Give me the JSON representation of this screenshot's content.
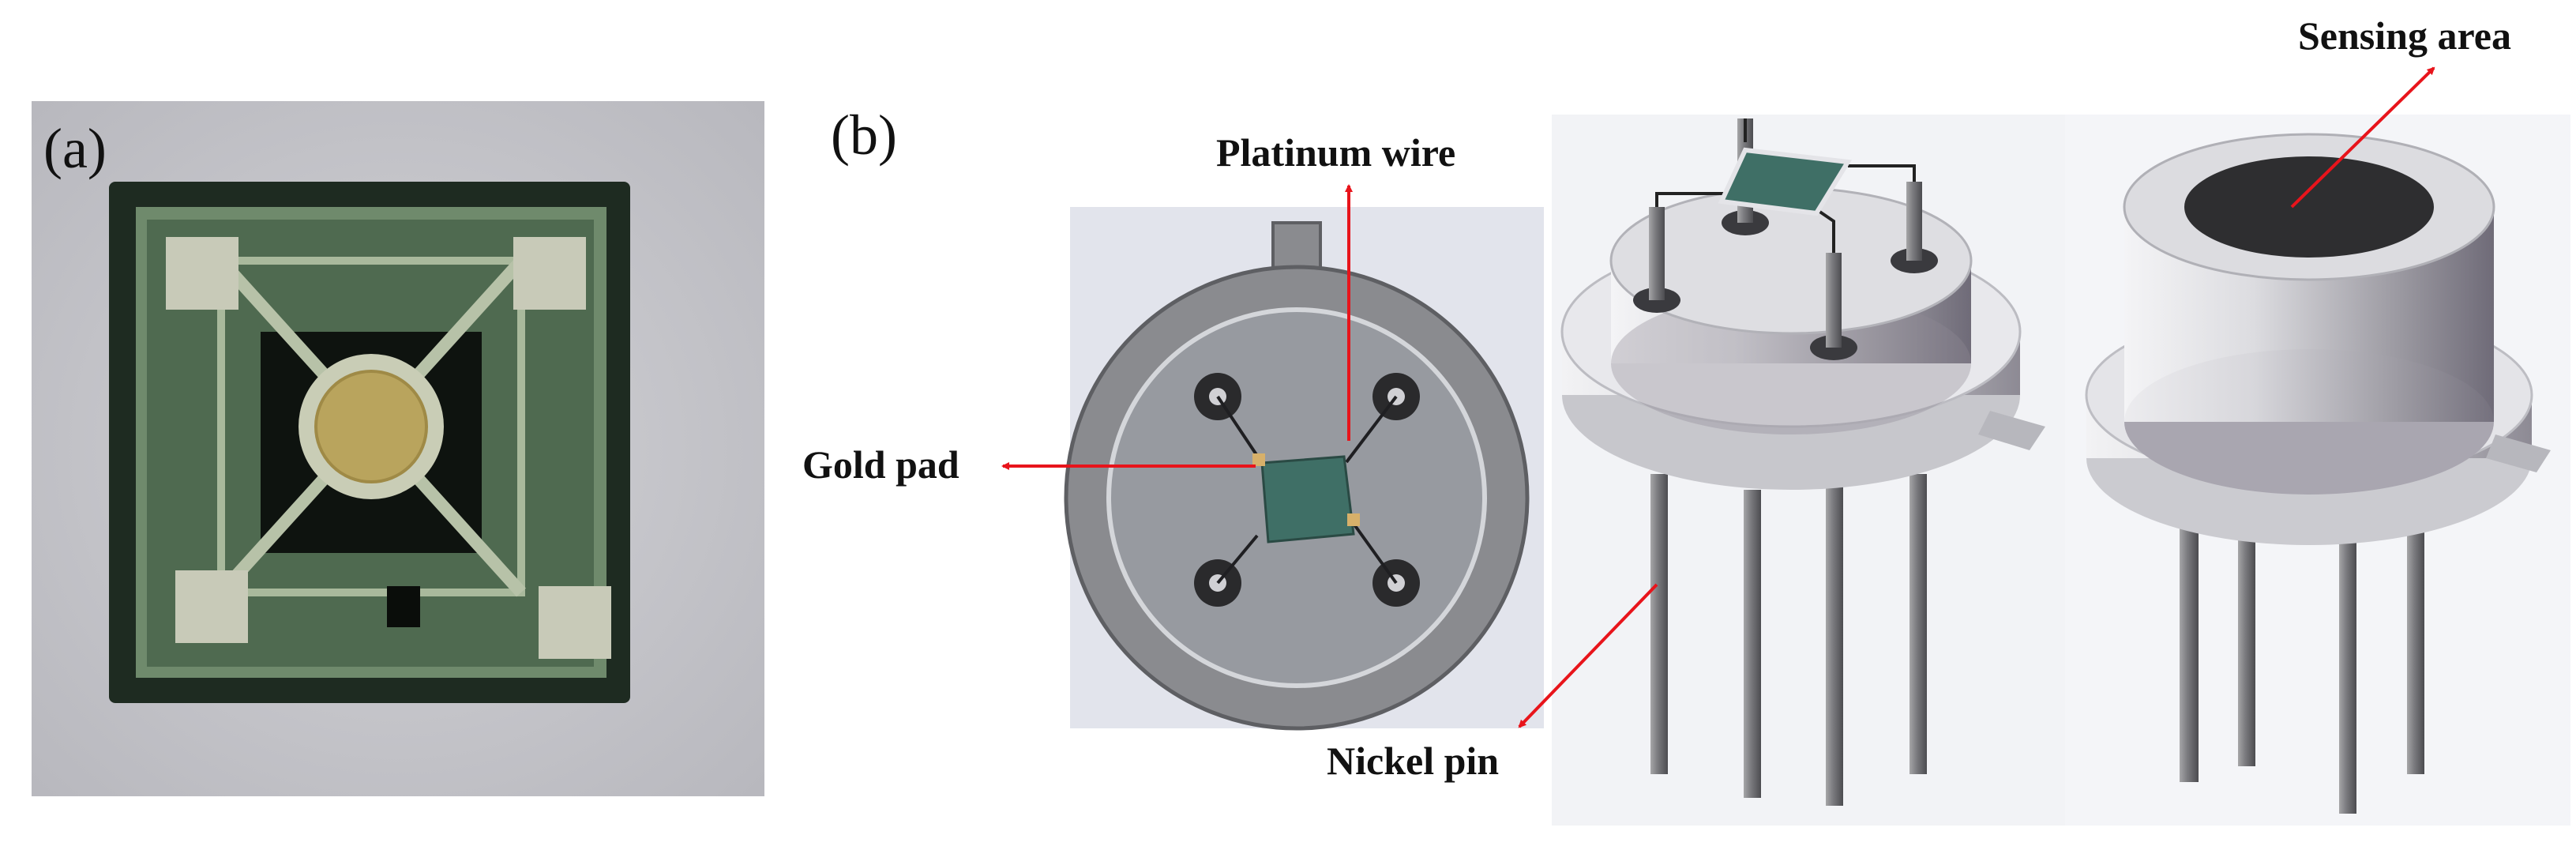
{
  "panels": {
    "a": {
      "label": "(a)"
    },
    "b": {
      "label": "(b)"
    }
  },
  "callouts": {
    "platinum_wire": "Platinum wire",
    "gold_pad": "Gold pad",
    "nickel_pin": "Nickel pin",
    "sensing_area": "Sensing area"
  },
  "colors": {
    "arrow": "#e8141b",
    "chip_green": "#4f6a50",
    "header_gray": "#8a8b8f",
    "metal_light": "#d9dadc",
    "sensing_dark": "#2e2e30",
    "gold": "#d7b06a"
  }
}
